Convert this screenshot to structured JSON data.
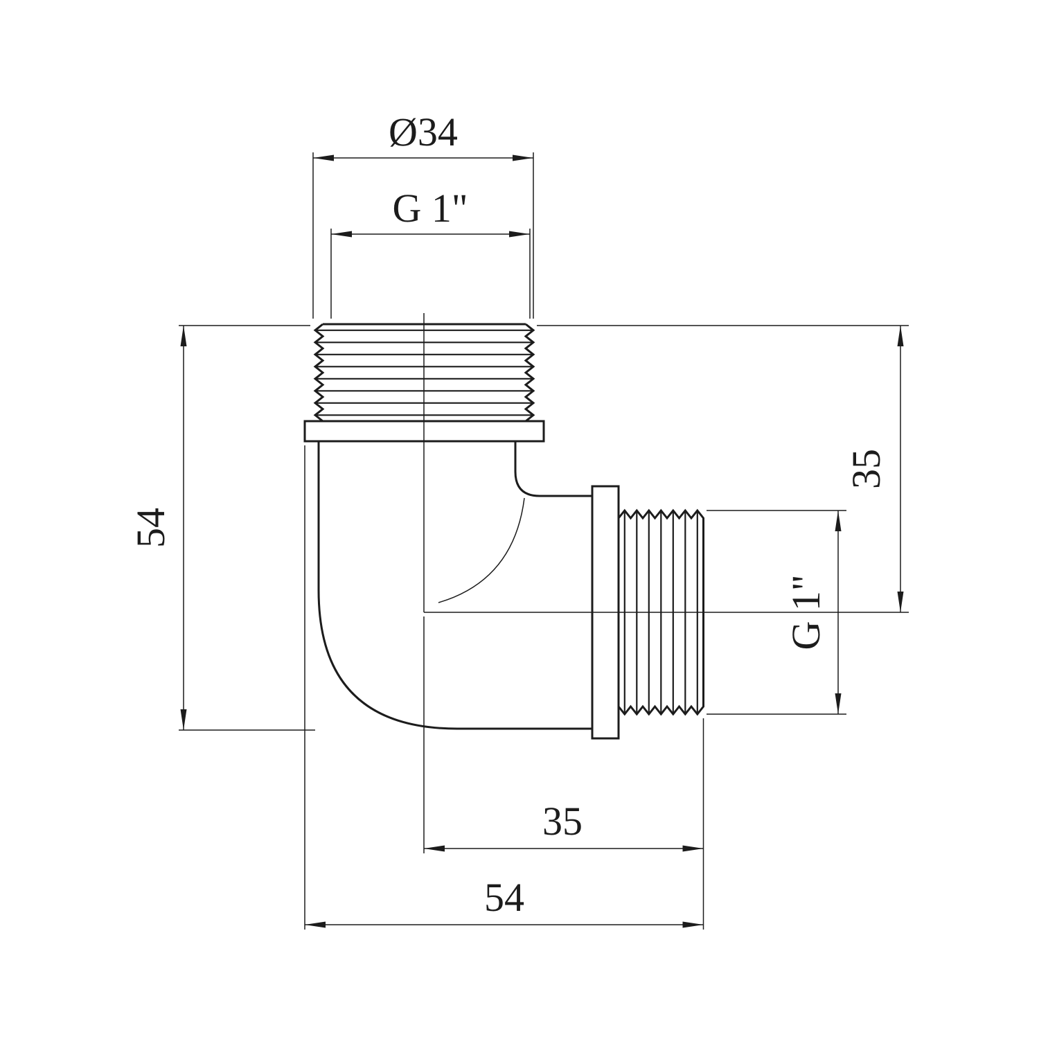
{
  "drawing": {
    "type": "technical-drawing",
    "subject": "90-degree threaded elbow pipe fitting, two male ends",
    "line_color": "#1c1c1c",
    "background_color": "#ffffff",
    "dimensions": {
      "top_outer_diameter": "Ø34",
      "top_thread_size": "G 1\"",
      "overall_height": "54",
      "right_offset_height": "35",
      "side_thread_size": "G 1\"",
      "bottom_center_to_end": "35",
      "overall_width": "54"
    }
  }
}
